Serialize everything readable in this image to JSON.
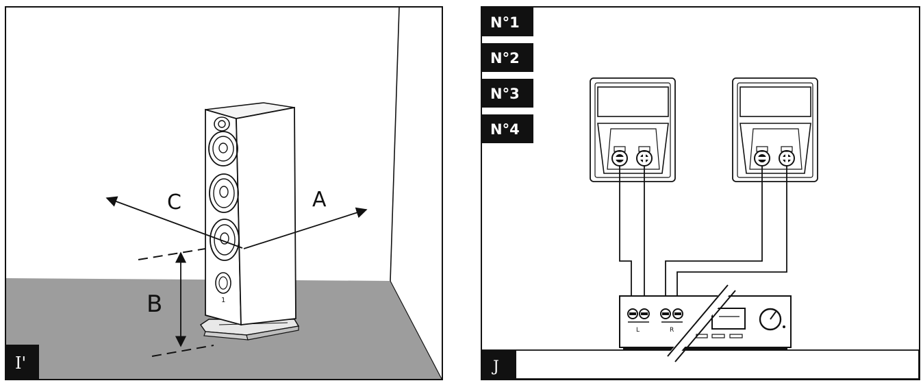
{
  "left_panel": {
    "label": "I'",
    "arrows": {
      "a": "A",
      "b": "B",
      "c": "C"
    },
    "driver_index": "1"
  },
  "right_panel": {
    "label": "J",
    "tags": [
      "N°1",
      "N°2",
      "N°3",
      "N°4"
    ],
    "amplifier": {
      "left_label": "L",
      "right_label": "R"
    }
  },
  "colors": {
    "floor": "#9d9d9d",
    "line": "#111111",
    "tag_bg": "#111111",
    "tag_text": "#ffffff",
    "background": "#ffffff"
  }
}
